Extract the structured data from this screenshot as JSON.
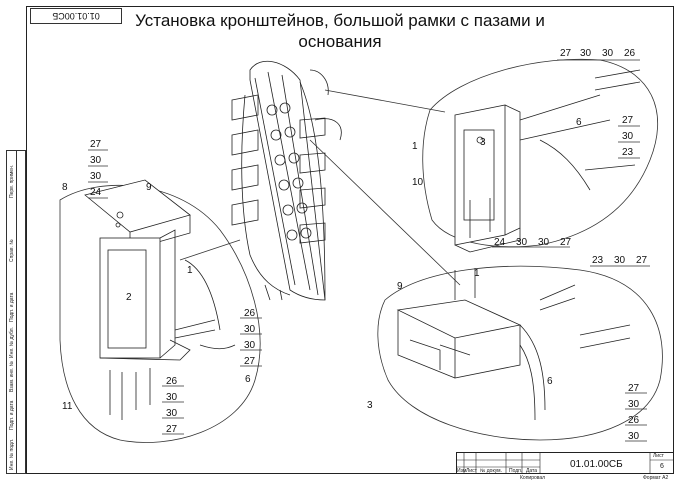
{
  "title": "Установка кронштейнов, большой рамки с пазами и основания",
  "doc_code_rotated": "01.01.00СБ",
  "stamp": {
    "code": "01.01.00СБ",
    "copied": "Копировал",
    "format": "Формат A2",
    "sheet_label": "Лист",
    "sheet_num": "6",
    "cols": [
      "Изм",
      "Лист",
      "№ докум.",
      "Подп.",
      "Дата"
    ]
  },
  "side_strip": [
    "Инв. № подл.",
    "Подп. и дата",
    "Взам. инв. №",
    "Инв. № дубл.",
    "Подп. и дата",
    "Справ. №",
    "Перв. примен."
  ],
  "left_detail": {
    "stack_top": [
      "27",
      "30",
      "30",
      "24"
    ],
    "callouts": [
      "8",
      "9",
      "2",
      "1",
      "11",
      "6"
    ],
    "stack_right": [
      "26",
      "30",
      "30",
      "27"
    ],
    "stack_bottom": [
      "26",
      "30",
      "30",
      "27"
    ]
  },
  "top_right_detail": {
    "stack_top": [
      "27",
      "30",
      "30",
      "26"
    ],
    "callouts": [
      "6",
      "1",
      "3",
      "10"
    ],
    "stack_right": [
      "27",
      "30",
      "23"
    ],
    "stack_bottom": [
      "24",
      "30",
      "30",
      "27"
    ]
  },
  "bottom_right_detail": {
    "stack_top": [
      "23",
      "30",
      "27"
    ],
    "callouts": [
      "9",
      "1",
      "6",
      "3"
    ],
    "stack_right": [
      "27",
      "30",
      "26",
      "30"
    ]
  }
}
